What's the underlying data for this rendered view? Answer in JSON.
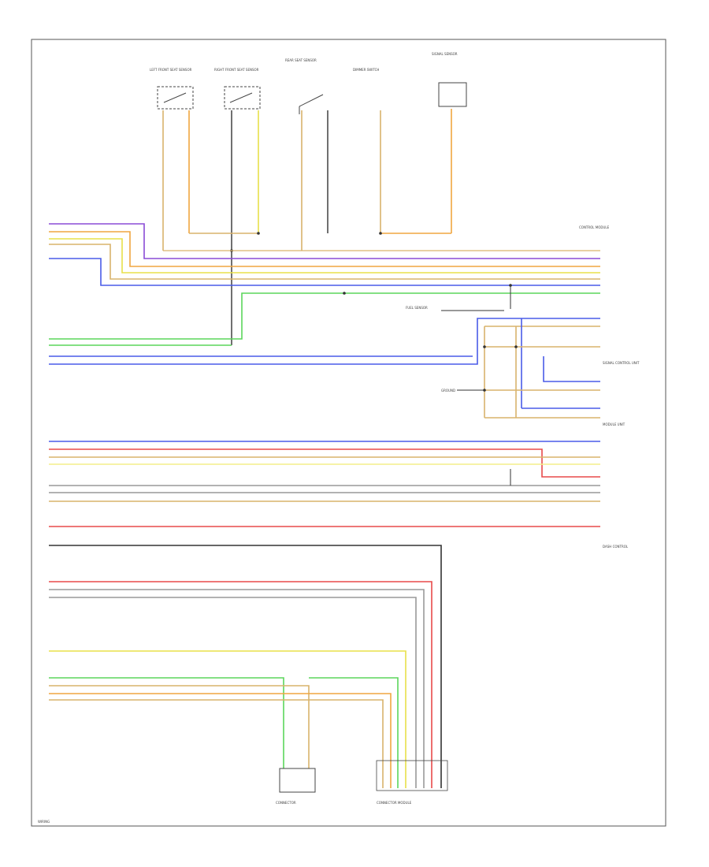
{
  "diagram": {
    "page_label": "WIRING",
    "components": {
      "left_front_seat_sensor": "LEFT FRONT SEAT SENSOR",
      "right_front_seat_sensor": "RIGHT FRONT SEAT SENSOR",
      "rear_seat_sensor": "REAR SEAT SENSOR",
      "dimmer_switch": "DIMMER SWITCH",
      "signal_sensor": "SIGNAL SENSOR",
      "control_module_a": "CONTROL MODULE",
      "fuel_sensor": "FUEL SENSOR",
      "ground_point": "GROUND",
      "connector_module": "CONNECTOR MODULE",
      "dash_control": "DASH CONTROL",
      "signal_control_unit": "SIGNAL CONTROL UNIT",
      "module_unit": "MODULE UNIT",
      "c_connector": "CONNECTOR"
    },
    "colors": {
      "violet": "#8a4bd6",
      "orange": "#f0a640",
      "yellow": "#e8e04a",
      "green": "#5cd65c",
      "blue": "#4a5be8",
      "red": "#e84a4a",
      "gray": "#999999",
      "tan": "#d9b36c",
      "black": "#333333",
      "light_yellow": "#f4ee8a"
    }
  }
}
